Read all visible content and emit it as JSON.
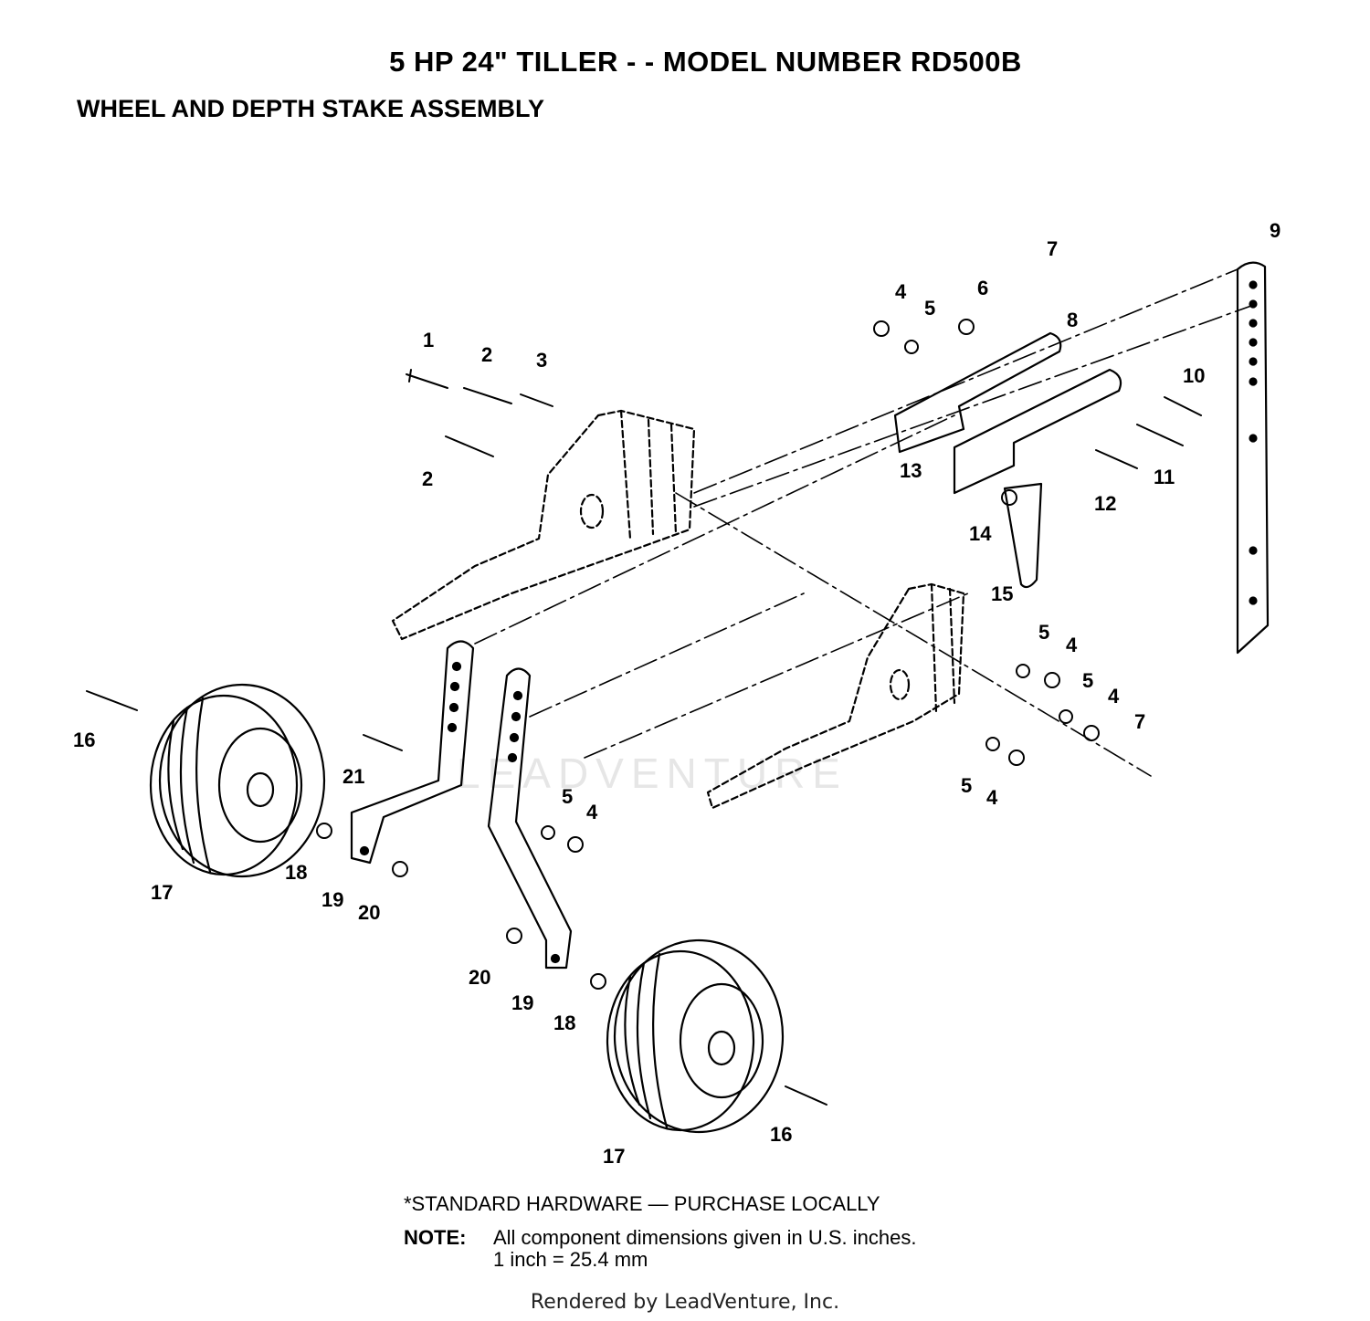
{
  "header": {
    "title": "5 HP 24\" TILLER - - MODEL NUMBER RD500B",
    "subtitle": "WHEEL AND DEPTH STAKE ASSEMBLY"
  },
  "callouts": [
    {
      "id": "c1",
      "text": "1"
    },
    {
      "id": "c2a",
      "text": "2"
    },
    {
      "id": "c2b",
      "text": "2"
    },
    {
      "id": "c3",
      "text": "3"
    },
    {
      "id": "c4a",
      "text": "4"
    },
    {
      "id": "c4b",
      "text": "4"
    },
    {
      "id": "c4c",
      "text": "4"
    },
    {
      "id": "c4d",
      "text": "4"
    },
    {
      "id": "c4e",
      "text": "4"
    },
    {
      "id": "c5a",
      "text": "5"
    },
    {
      "id": "c5b",
      "text": "5"
    },
    {
      "id": "c5c",
      "text": "5"
    },
    {
      "id": "c5d",
      "text": "5"
    },
    {
      "id": "c5e",
      "text": "5"
    },
    {
      "id": "c6",
      "text": "6"
    },
    {
      "id": "c7a",
      "text": "7"
    },
    {
      "id": "c7b",
      "text": "7"
    },
    {
      "id": "c8",
      "text": "8"
    },
    {
      "id": "c9",
      "text": "9"
    },
    {
      "id": "c10",
      "text": "10"
    },
    {
      "id": "c11",
      "text": "11"
    },
    {
      "id": "c12",
      "text": "12"
    },
    {
      "id": "c13",
      "text": "13"
    },
    {
      "id": "c14",
      "text": "14"
    },
    {
      "id": "c15",
      "text": "15"
    },
    {
      "id": "c16a",
      "text": "16"
    },
    {
      "id": "c16b",
      "text": "16"
    },
    {
      "id": "c17a",
      "text": "17"
    },
    {
      "id": "c17b",
      "text": "17"
    },
    {
      "id": "c18a",
      "text": "18"
    },
    {
      "id": "c18b",
      "text": "18"
    },
    {
      "id": "c19a",
      "text": "19"
    },
    {
      "id": "c19b",
      "text": "19"
    },
    {
      "id": "c20a",
      "text": "20"
    },
    {
      "id": "c20b",
      "text": "20"
    },
    {
      "id": "c21",
      "text": "21"
    }
  ],
  "footer": {
    "standard_hardware": "*STANDARD HARDWARE — PURCHASE LOCALLY",
    "note_label": "NOTE:",
    "note_line1": "All component dimensions given in U.S. inches.",
    "note_line2": "1 inch = 25.4 mm",
    "rendered_by": "Rendered by LeadVenture, Inc."
  },
  "watermark": "LEADVENTURE"
}
